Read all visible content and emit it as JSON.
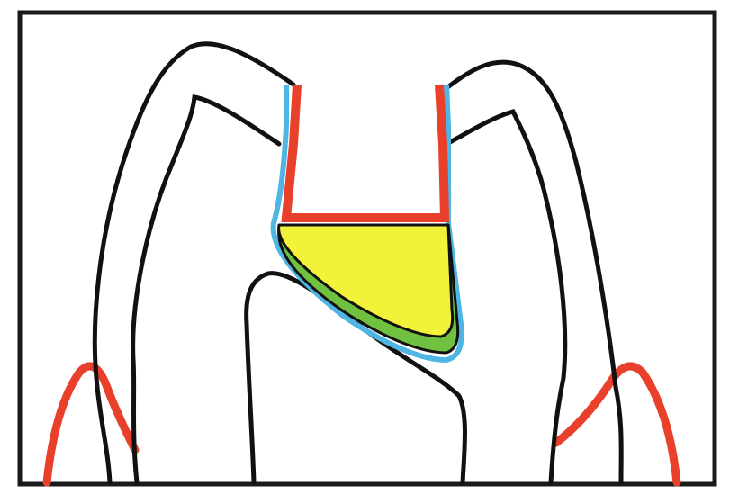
{
  "figure": {
    "style": "schematic line drawing, no printed text",
    "parts": [
      {
        "id": "tooth-outline",
        "icon": "tooth-outline-icon"
      },
      {
        "id": "pulp",
        "icon": "pulp-chamber-icon"
      },
      {
        "id": "cavity-walls",
        "icon": "cavity-wall-icon"
      },
      {
        "id": "restoration",
        "icon": "restoration-fill-icon"
      },
      {
        "id": "base-liner",
        "icon": "liner-layer-icon"
      },
      {
        "id": "gingiva",
        "icon": "gingiva-icon"
      }
    ]
  },
  "colors": {
    "frame": "#1a1a1a",
    "outline": "#111111",
    "cavity_wall": "#e8402a",
    "lining": "#4fb6e3",
    "restoration": "#f2f23a",
    "base": "#6fc13f",
    "gingiva": "#e8402a",
    "background": "#ffffff"
  }
}
